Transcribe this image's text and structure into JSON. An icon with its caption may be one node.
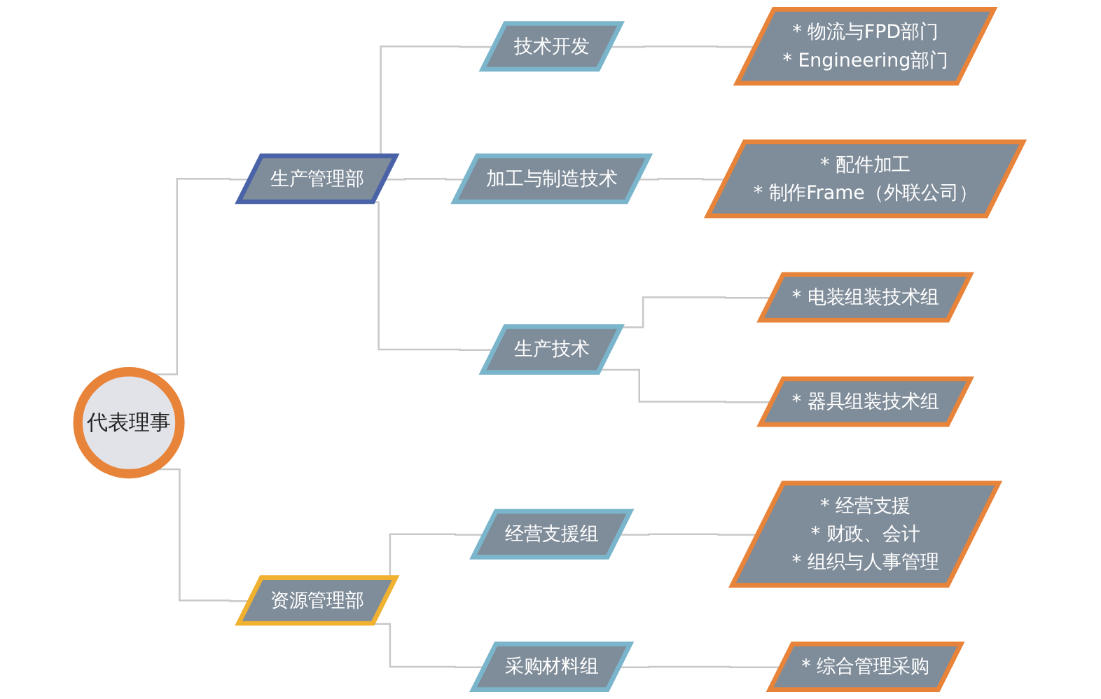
{
  "diagram": {
    "nodes": [
      {
        "text": [
          "代表理事"
        ]
      },
      {
        "text": [
          "生产管理部"
        ]
      },
      {
        "text": [
          "资源管理部"
        ]
      },
      {
        "text": [
          "技术开发"
        ]
      },
      {
        "text": [
          "加工与制造技术"
        ]
      },
      {
        "text": [
          "生产技术"
        ]
      },
      {
        "text": [
          "经营支援组"
        ]
      },
      {
        "text": [
          "采购材料组"
        ]
      },
      {
        "text": [
          "* 物流与FPD部门",
          "* Engineering部门"
        ]
      },
      {
        "text": [
          "* 配件加工",
          "* 制作Frame（外联公司）"
        ]
      },
      {
        "text": [
          "* 电装组装技术组"
        ]
      },
      {
        "text": [
          "* 器具组装技术组"
        ]
      },
      {
        "text": [
          "* 经营支援",
          "* 财政、会计",
          "* 组织与人事管理"
        ]
      },
      {
        "text": [
          "* 综合管理采购"
        ]
      }
    ],
    "edges": [
      {
        "from": 0,
        "to": 1,
        "arrow": "none"
      },
      {
        "from": 0,
        "to": 2,
        "arrow": "none"
      },
      {
        "from": 1,
        "to": 3,
        "arrow": "none"
      },
      {
        "from": 1,
        "to": 4,
        "arrow": "none"
      },
      {
        "from": 1,
        "to": 5,
        "arrow": "none"
      },
      {
        "from": 3,
        "to": 8,
        "arrow": "none"
      },
      {
        "from": 4,
        "to": 9,
        "arrow": "none"
      },
      {
        "from": 5,
        "to": 10,
        "arrow": "none"
      },
      {
        "from": 5,
        "to": 11,
        "arrow": "none"
      },
      {
        "from": 2,
        "to": 6,
        "arrow": "none"
      },
      {
        "from": 2,
        "to": 7,
        "arrow": "none"
      },
      {
        "from": 6,
        "to": 12,
        "arrow": "none"
      },
      {
        "from": 7,
        "to": 13,
        "arrow": "none"
      }
    ]
  }
}
